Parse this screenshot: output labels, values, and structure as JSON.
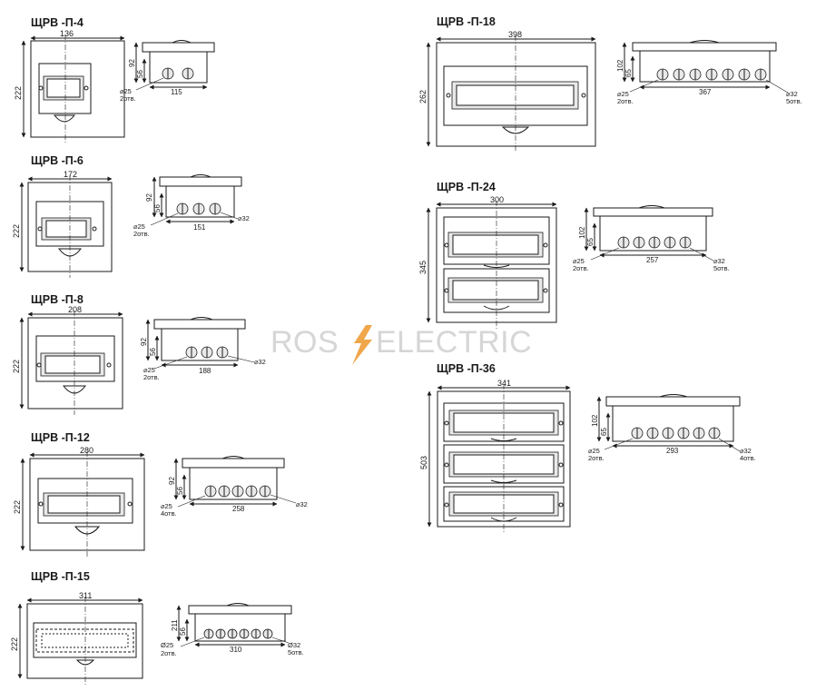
{
  "watermark": {
    "left": "ROS",
    "right": "ELECTRIC",
    "bolt_color": "#f0a64a",
    "text_color": "#d6d6d6"
  },
  "models": [
    {
      "id": "p4",
      "title": "ЩРВ -П-4",
      "width": "136",
      "height": "222",
      "depth": "92",
      "inner_depth": "56",
      "mount": "115",
      "hole_small": "⌀25",
      "hole_small_count": "2отв.",
      "hole_large": "",
      "hole_large_count": ""
    },
    {
      "id": "p6",
      "title": "ЩРВ -П-6",
      "width": "172",
      "height": "222",
      "depth": "92",
      "inner_depth": "56",
      "mount": "151",
      "hole_small": "⌀25",
      "hole_small_count": "2отв.",
      "hole_large": "⌀32",
      "hole_large_count": ""
    },
    {
      "id": "p8",
      "title": "ЩРВ -П-8",
      "width": "208",
      "height": "222",
      "depth": "92",
      "inner_depth": "56",
      "mount": "188",
      "hole_small": "⌀25",
      "hole_small_count": "2отв.",
      "hole_large": "⌀32",
      "hole_large_count": ""
    },
    {
      "id": "p12",
      "title": "ЩРВ -П-12",
      "width": "280",
      "height": "222",
      "depth": "92",
      "inner_depth": "56",
      "mount": "258",
      "hole_small": "⌀25",
      "hole_small_count": "4отв.",
      "hole_large": "⌀32",
      "hole_large_count": ""
    },
    {
      "id": "p15",
      "title": "ЩРВ -П-15",
      "width": "311",
      "height": "222",
      "depth": "211",
      "inner_depth": "56",
      "mount": "310",
      "hole_small": "Ø25",
      "hole_small_count": "2отв.",
      "hole_large": "Ø32",
      "hole_large_count": "5отв."
    },
    {
      "id": "p18",
      "title": "ЩРВ -П-18",
      "width": "398",
      "height": "262",
      "depth": "102",
      "inner_depth": "65",
      "mount": "367",
      "hole_small": "⌀25",
      "hole_small_count": "2отв.",
      "hole_large": "⌀32",
      "hole_large_count": "5отв."
    },
    {
      "id": "p24",
      "title": "ЩРВ -П-24",
      "width": "300",
      "height": "345",
      "depth": "102",
      "inner_depth": "65",
      "mount": "257",
      "hole_small": "⌀25",
      "hole_small_count": "2отв.",
      "hole_large": "⌀32",
      "hole_large_count": "5отв."
    },
    {
      "id": "p36",
      "title": "ЩРВ -П-36",
      "width": "341",
      "height": "503",
      "depth": "102",
      "inner_depth": "65",
      "mount": "293",
      "hole_small": "⌀25",
      "hole_small_count": "2отв.",
      "hole_large": "⌀32",
      "hole_large_count": "4отв."
    }
  ]
}
